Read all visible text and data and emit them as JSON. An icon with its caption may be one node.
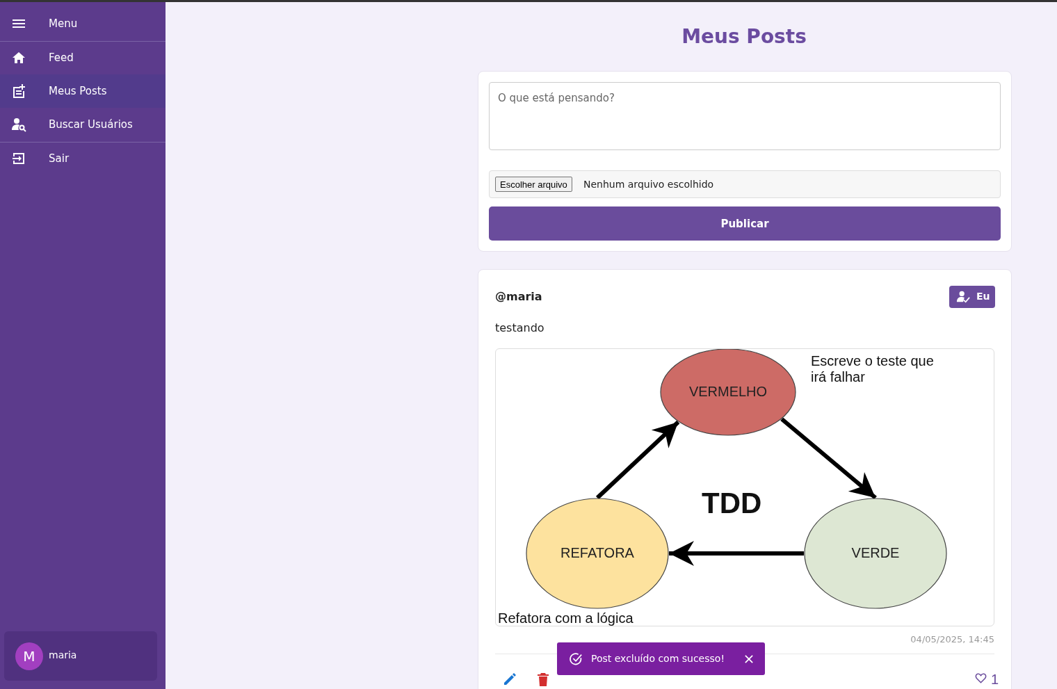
{
  "diagram": {
    "title": "Meus Posts",
    "nodes": [
      {
        "text": [
          "VERMELHO"
        ],
        "beside": [
          "Escreve o teste que irá falhar"
        ]
      },
      {
        "text": [
          "VERDE"
        ]
      },
      {
        "text": [
          "REFATORA"
        ],
        "beside": [
          "Refatora com a lógica"
        ]
      }
    ],
    "edges": [
      {
        "from": 0,
        "to": 1,
        "arrow": "to"
      },
      {
        "from": 1,
        "to": 2,
        "arrow": "to"
      },
      {
        "from": 2,
        "to": 0,
        "arrow": "to"
      }
    ],
    "labels": [
      "Menu",
      "Feed",
      "Meus Posts",
      "Buscar Usuários",
      "Sair",
      "M",
      "maria",
      "O que está pensando?",
      "Escolher arquivo",
      "Nenhum arquivo escolhido",
      "Publicar",
      "@maria",
      "Eu",
      "testando",
      "TDD",
      "04/05/2025, 14:45",
      "Post excluído com sucesso!",
      "1"
    ]
  }
}
